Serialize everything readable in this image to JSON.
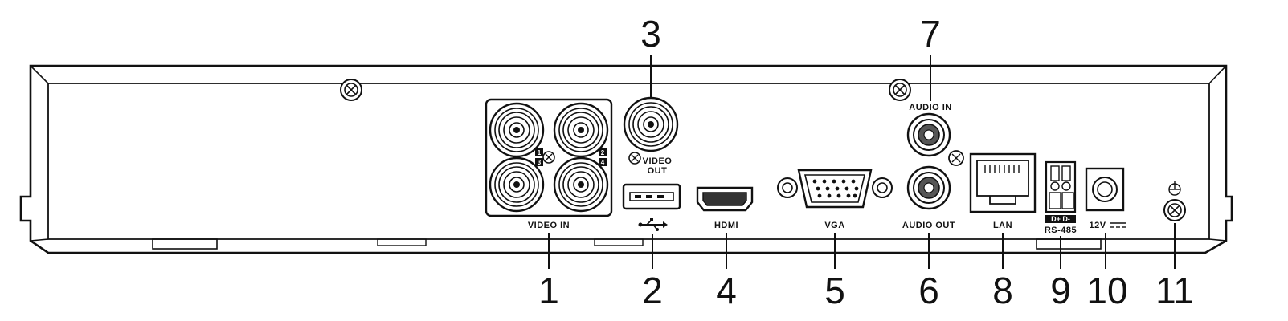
{
  "labels": {
    "video_in": "VIDEO IN",
    "video_out_1": "VIDEO",
    "video_out_2": "OUT",
    "hdmi": "HDMI",
    "vga": "VGA",
    "audio_in": "AUDIO IN",
    "audio_out": "AUDIO OUT",
    "lan": "LAN",
    "rs485": "RS-485",
    "rs485_pins": "D+ D-",
    "power": "12V"
  },
  "channel_marks": {
    "ch1": "1",
    "ch2": "2",
    "ch3": "3",
    "ch4": "4"
  },
  "callouts": [
    {
      "id": "1",
      "text": "1"
    },
    {
      "id": "2",
      "text": "2"
    },
    {
      "id": "3",
      "text": "3"
    },
    {
      "id": "4",
      "text": "4"
    },
    {
      "id": "5",
      "text": "5"
    },
    {
      "id": "6",
      "text": "6"
    },
    {
      "id": "7",
      "text": "7"
    },
    {
      "id": "8",
      "text": "8"
    },
    {
      "id": "9",
      "text": "9"
    },
    {
      "id": "10",
      "text": "10"
    },
    {
      "id": "11",
      "text": "11"
    }
  ]
}
